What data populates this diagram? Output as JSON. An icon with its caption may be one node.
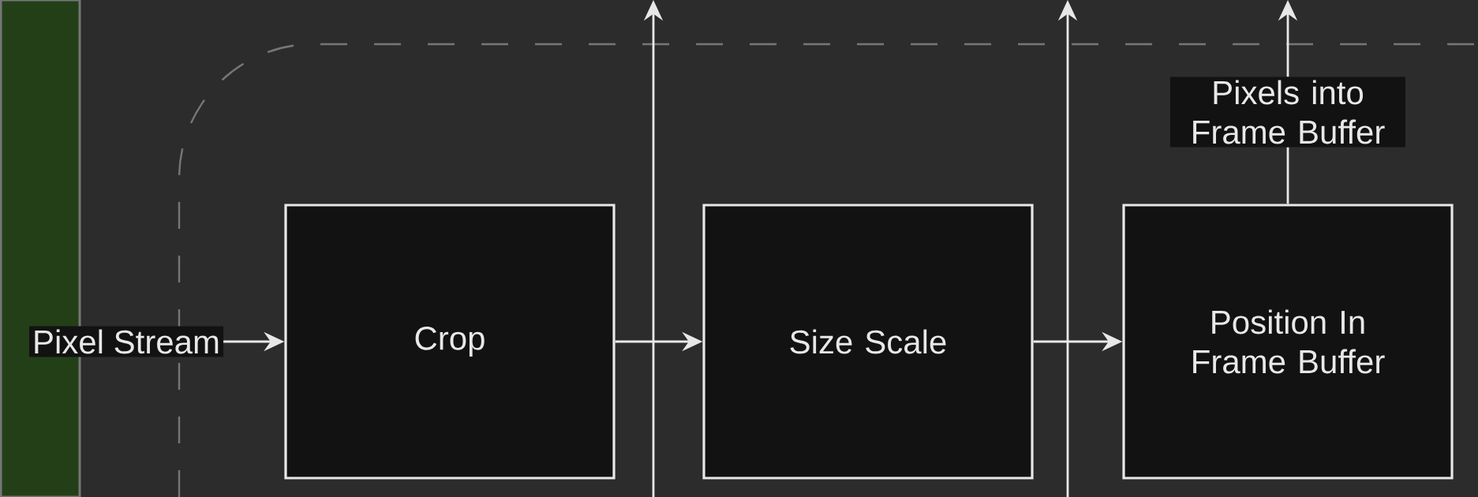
{
  "diagram": {
    "nodes": [
      {
        "text": [],
        "shape": "bar"
      },
      {
        "text": [
          "Crop"
        ]
      },
      {
        "text": [
          "Size Scale"
        ]
      },
      {
        "text": [
          "Position In Frame Buffer"
        ]
      },
      {
        "text": [
          "Pixels into Frame Buffer"
        ]
      }
    ],
    "edges": [
      {
        "from": 0,
        "to": 1,
        "arrow": "to",
        "label": "Pixel Stream"
      },
      {
        "from": 1,
        "to": 2,
        "arrow": "to"
      },
      {
        "from": 2,
        "to": 3,
        "arrow": "to"
      },
      {
        "from": 3,
        "to": 4,
        "arrow": "none"
      },
      {
        "from": 4,
        "to": null,
        "arrow": "to"
      }
    ]
  }
}
